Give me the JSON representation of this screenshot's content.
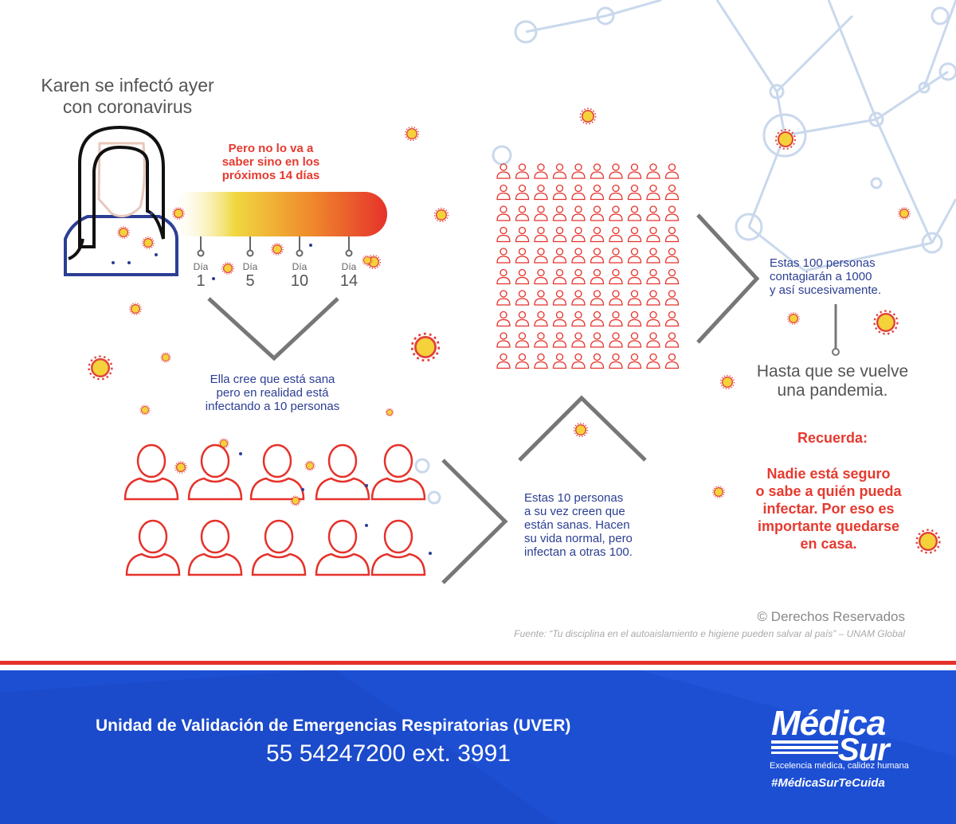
{
  "karen": {
    "title_line1": "Karen se infectó ayer",
    "title_line2": "con coronavirus",
    "note_line1": "Pero no lo va a",
    "note_line2": "saber sino en los",
    "note_line3": "próximos 14 días"
  },
  "timeline": {
    "day_label": "Día",
    "days": [
      "1",
      "5",
      "10",
      "14"
    ]
  },
  "ten": {
    "line1": "Ella cree que está sana",
    "line2": "pero en realidad está",
    "line3": "infectando a 10 personas"
  },
  "hundred": {
    "line1": "Estas 10 personas",
    "line2": "a su vez creen que",
    "line3": "están sanas. Hacen",
    "line4": "su vida normal, pero",
    "line5": "infectan a otras 100."
  },
  "thousand": {
    "line1": "Estas 100 personas",
    "line2": "contagiarán a 1000",
    "line3": "y así sucesivamente."
  },
  "pandemic": {
    "line1": "Hasta que se vuelve",
    "line2": "una pandemia."
  },
  "reminder": {
    "title": "Recuerda:",
    "line1": "Nadie está seguro",
    "line2": "o sabe a quién pueda",
    "line3": "infectar. Por eso es",
    "line4": "importante quedarse",
    "line5": "en casa."
  },
  "credits": {
    "rights": "© Derechos Reservados",
    "source": "Fuente: “Tu disciplina en el autoaislamiento e higiene pueden salvar al país” – UNAM Global"
  },
  "footer": {
    "unit": "Unidad de Validación de Emergencias Respiratorias (UVER)",
    "phone": "55 54247200 ext. 3991",
    "logo_top": "Médica",
    "logo_bottom": "Sur",
    "tagline": "Excelencia médica, calidez humana",
    "hashtag": "#MédicaSurTeCuida"
  },
  "colors": {
    "red": "#e53a2f",
    "blue": "#2c3e93",
    "footer_blue": "#1d4fd3",
    "network": "#c9d8ec"
  }
}
